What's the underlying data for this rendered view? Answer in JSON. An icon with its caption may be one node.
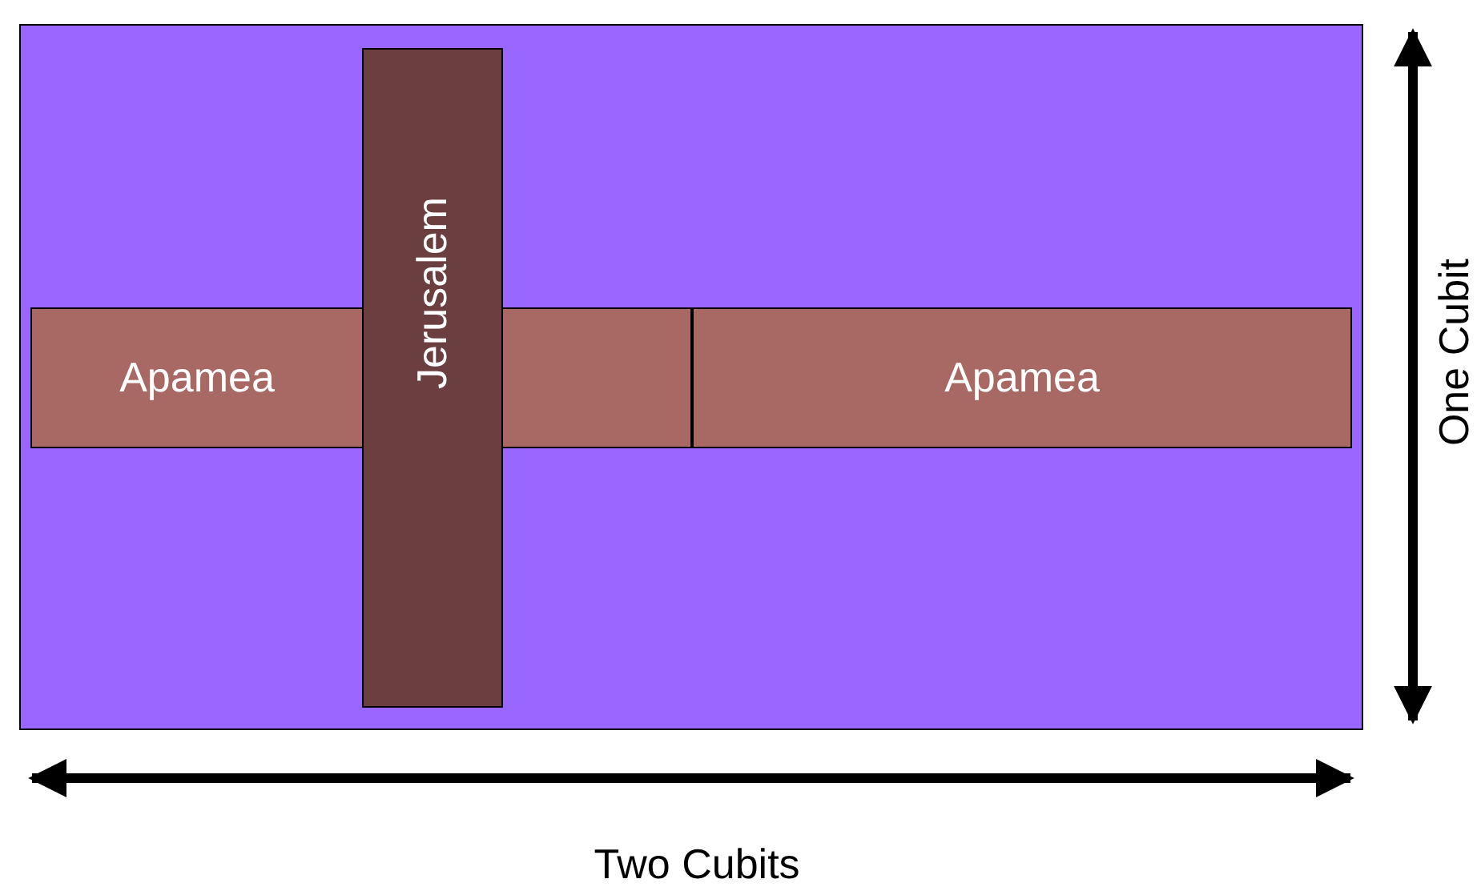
{
  "diagram": {
    "nodes": [
      {
        "text": [],
        "shape": "box"
      },
      {
        "text": [
          "Apamea"
        ],
        "in": 0
      },
      {
        "text": [],
        "shape": "box",
        "in": 0
      },
      {
        "text": [
          "Apamea"
        ],
        "in": 0
      },
      {
        "text": [
          "Jerusalem"
        ],
        "in": 0
      }
    ],
    "edges": [],
    "labels": [
      "One Cubit",
      "Two Cubits"
    ]
  }
}
